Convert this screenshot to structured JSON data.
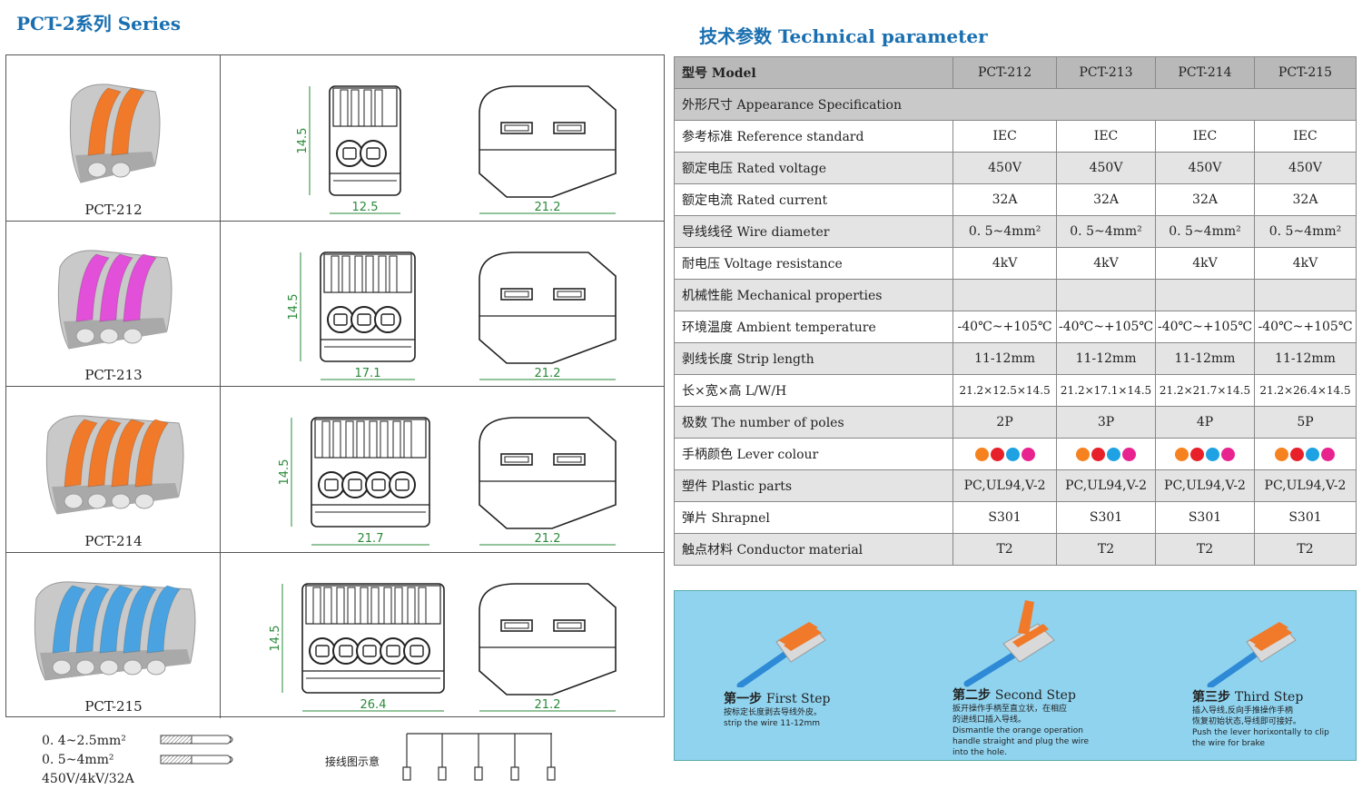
{
  "left": {
    "title": "PCT-2系列 Series",
    "rows": [
      {
        "model": "PCT-212",
        "lever_color": "#f07a2a",
        "poles": 2,
        "width_dim": "12.5",
        "depth_dim": "21.2",
        "height_dim": "14.5"
      },
      {
        "model": "PCT-213",
        "lever_color": "#e24fd8",
        "poles": 3,
        "width_dim": "17.1",
        "depth_dim": "21.2",
        "height_dim": "14.5"
      },
      {
        "model": "PCT-214",
        "lever_color": "#f07a2a",
        "poles": 4,
        "width_dim": "21.7",
        "depth_dim": "21.2",
        "height_dim": "14.5"
      },
      {
        "model": "PCT-215",
        "lever_color": "#4aa3e0",
        "poles": 5,
        "width_dim": "26.4",
        "depth_dim": "21.2",
        "height_dim": "14.5"
      }
    ],
    "legend": {
      "line1": "0. 4~2.5mm²",
      "line2": "0. 5~4mm²",
      "line3": "450V/4kV/32A",
      "wiring_label": "接线图示意"
    }
  },
  "right": {
    "title": "技术参数 Technical parameter",
    "header": {
      "label": "型号 Model",
      "models": [
        "PCT-212",
        "PCT-213",
        "PCT-214",
        "PCT-215"
      ]
    },
    "rows": [
      {
        "type": "sect",
        "label": "外形尺寸 Appearance Specification"
      },
      {
        "type": "white",
        "label": "参考标准 Reference standard",
        "values": [
          "IEC",
          "IEC",
          "IEC",
          "IEC"
        ]
      },
      {
        "type": "grey",
        "label": "额定电压 Rated voltage",
        "values": [
          "450V",
          "450V",
          "450V",
          "450V"
        ]
      },
      {
        "type": "white",
        "label": "额定电流 Rated current",
        "values": [
          "32A",
          "32A",
          "32A",
          "32A"
        ]
      },
      {
        "type": "grey",
        "label": "导线线径 Wire diameter",
        "values": [
          "0. 5~4mm²",
          "0. 5~4mm²",
          "0. 5~4mm²",
          "0. 5~4mm²"
        ]
      },
      {
        "type": "white",
        "label": "耐电压 Voltage resistance",
        "values": [
          "4kV",
          "4kV",
          "4kV",
          "4kV"
        ]
      },
      {
        "type": "grey",
        "label": "机械性能 Mechanical properties",
        "values": [
          "",
          "",
          "",
          ""
        ]
      },
      {
        "type": "white",
        "label": "环境温度 Ambient temperature",
        "values": [
          "-40℃~+105℃",
          "-40℃~+105℃",
          "-40℃~+105℃",
          "-40℃~+105℃"
        ]
      },
      {
        "type": "grey",
        "label": "剥线长度 Strip length",
        "values": [
          "11-12mm",
          "11-12mm",
          "11-12mm",
          "11-12mm"
        ]
      },
      {
        "type": "white",
        "label": "长×宽×高 L/W/H",
        "values": [
          "21.2×12.5×14.5",
          "21.2×17.1×14.5",
          "21.2×21.7×14.5",
          "21.2×26.4×14.5"
        ]
      },
      {
        "type": "grey",
        "label": "极数 The number of poles",
        "values": [
          "2P",
          "3P",
          "4P",
          "5P"
        ]
      },
      {
        "type": "white",
        "label": "手柄颜色 Lever colour",
        "colors": [
          "#f5821f",
          "#e8202a",
          "#1ea2e4",
          "#e8238f"
        ]
      },
      {
        "type": "grey",
        "label": "塑件 Plastic parts",
        "values": [
          "PC,UL94,V-2",
          "PC,UL94,V-2",
          "PC,UL94,V-2",
          "PC,UL94,V-2"
        ]
      },
      {
        "type": "white",
        "label": "弹片 Shrapnel",
        "values": [
          "S301",
          "S301",
          "S301",
          "S301"
        ]
      },
      {
        "type": "grey",
        "label": "触点材料 Conductor material",
        "values": [
          "T2",
          "T2",
          "T2",
          "T2"
        ]
      }
    ],
    "steps": [
      {
        "title_cn": "第一步",
        "title_en": "First Step",
        "lines": [
          "按标定长度剥去导线外皮。",
          "strip the wire 11-12mm"
        ]
      },
      {
        "title_cn": "第二步",
        "title_en": "Second Step",
        "lines": [
          "扳开操作手柄至直立状，在相应",
          "的进线口插入导线。",
          "Dismantle the orange operation",
          "handle straight and plug the wire",
          "into the hole."
        ]
      },
      {
        "title_cn": "第三步",
        "title_en": "Third Step",
        "lines": [
          "插入导线,反向手推操作手柄",
          "恢复初始状态,导线即可接好。",
          "Push the lever horixontally to clip",
          "the wire for brake"
        ]
      }
    ]
  }
}
